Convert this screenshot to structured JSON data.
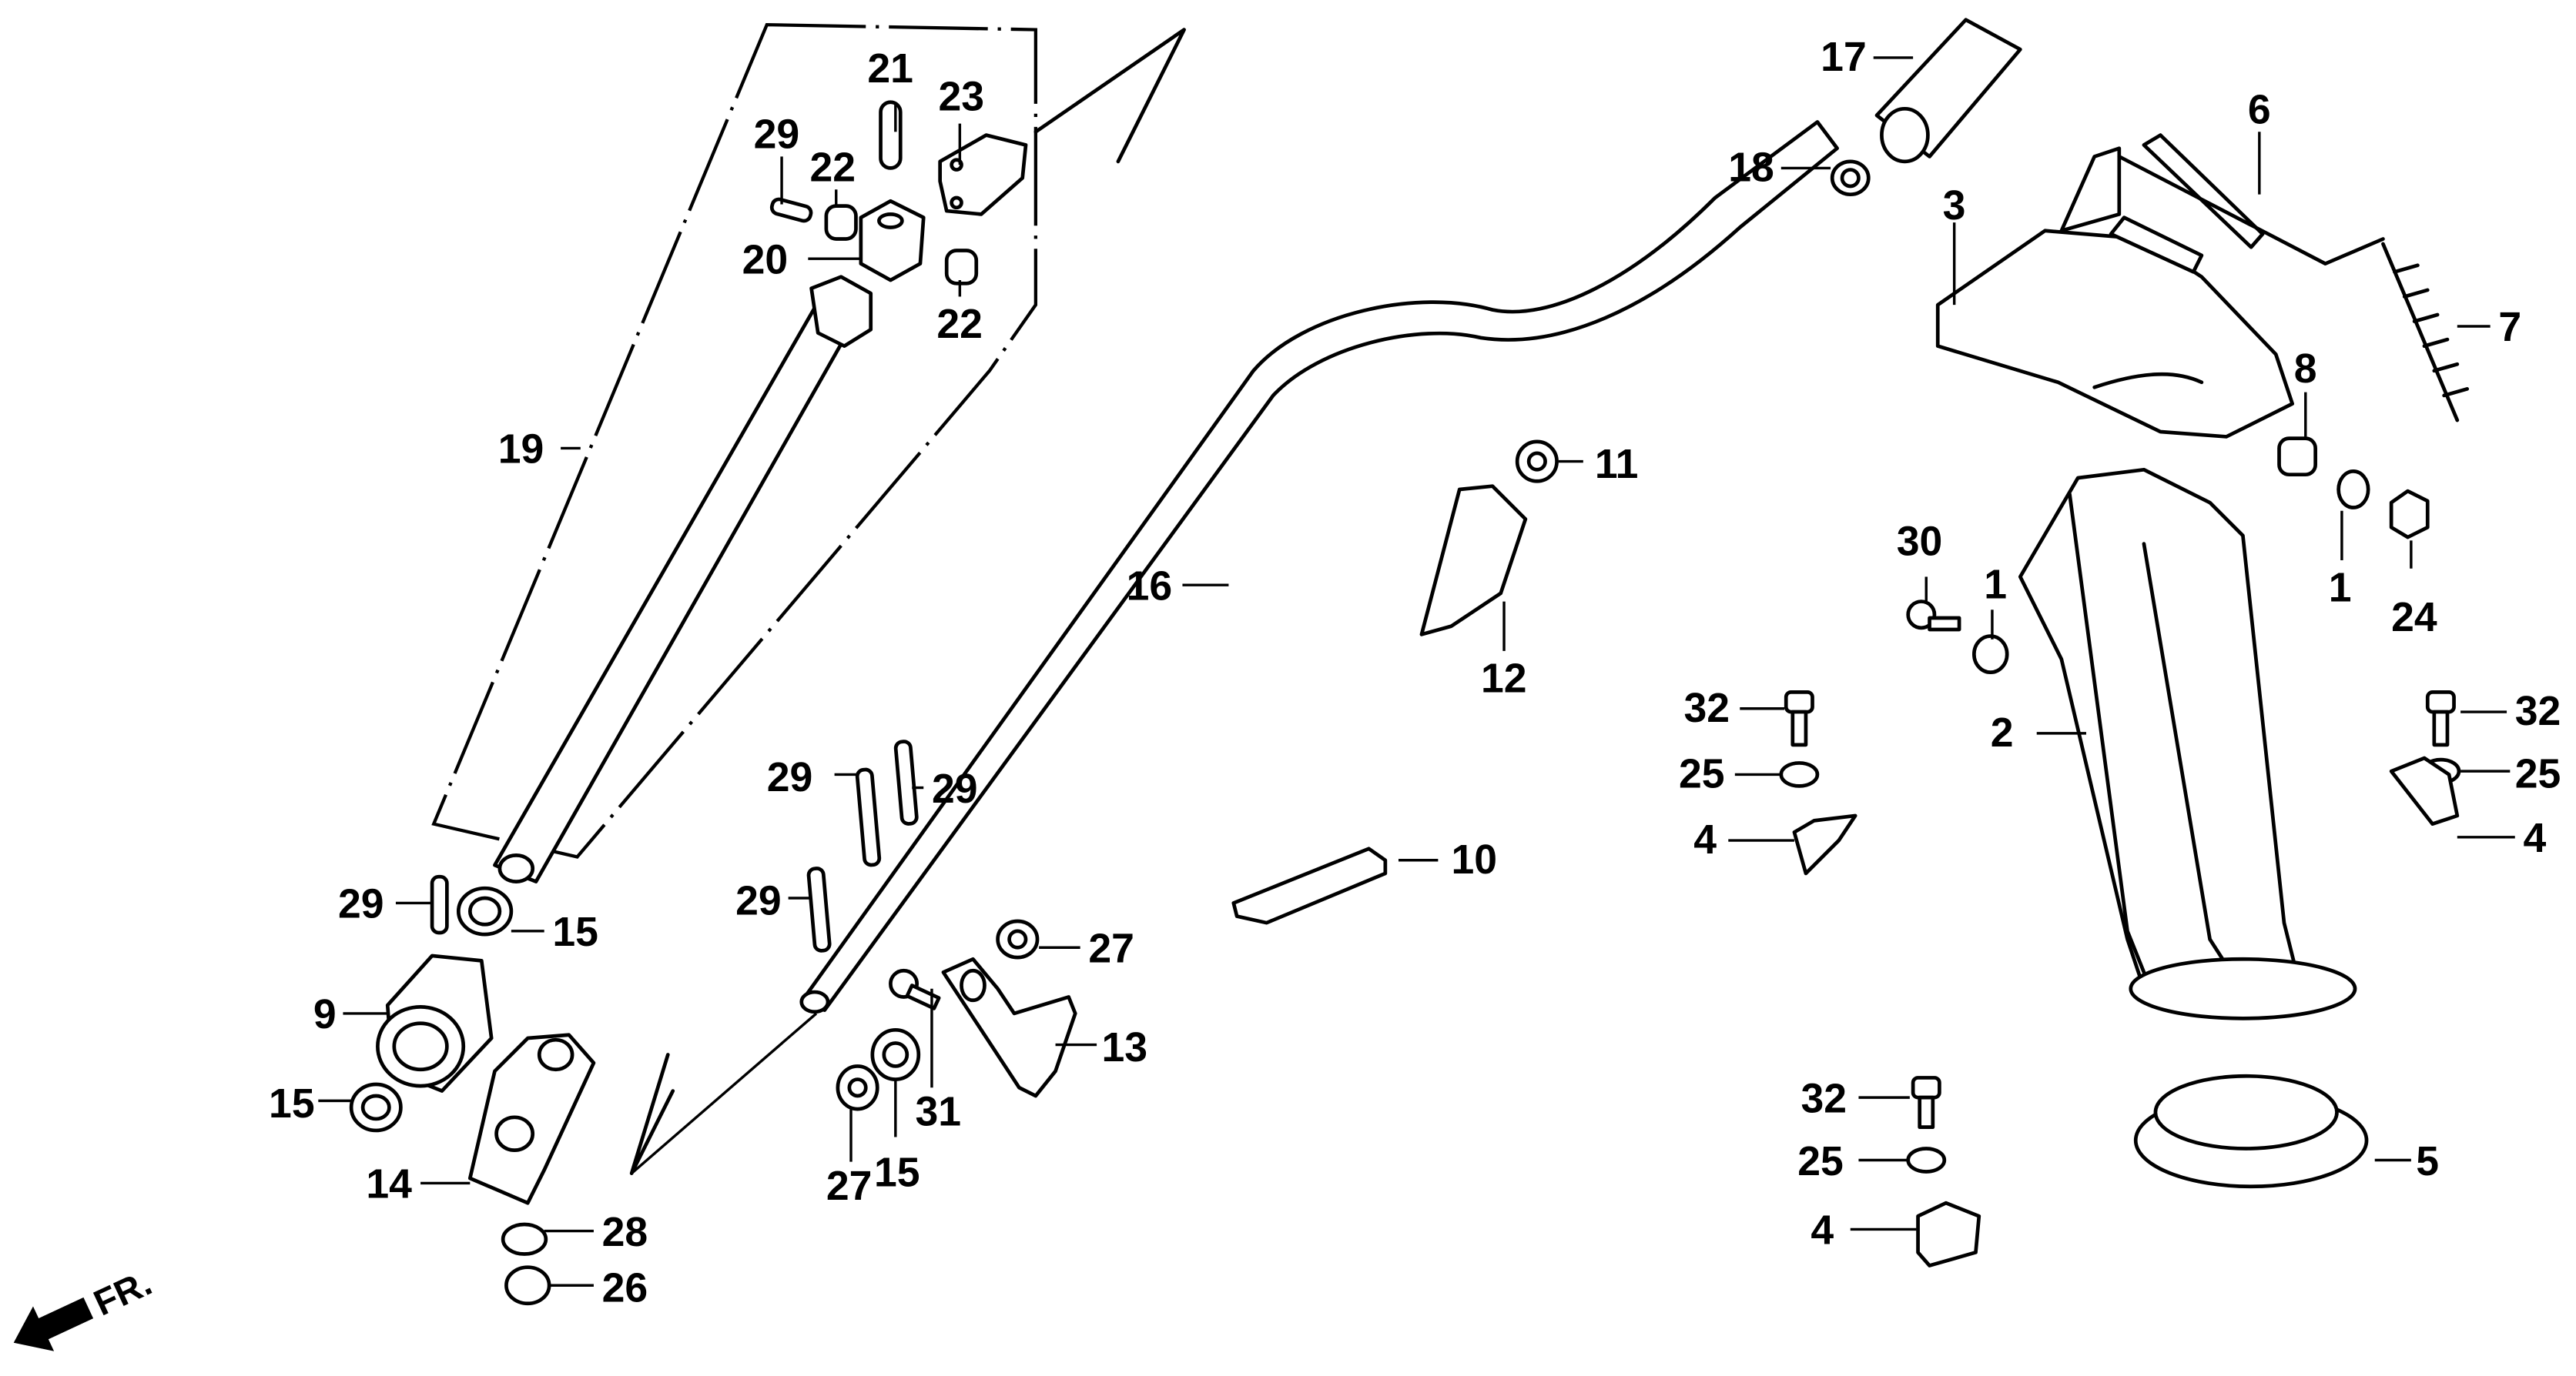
{
  "diagram": {
    "title": "Shooter / Chute Control Parts Diagram",
    "direction_marker": "FR.",
    "callouts": [
      {
        "id": "c1a",
        "text": "1"
      },
      {
        "id": "c1b",
        "text": "1"
      },
      {
        "id": "c2",
        "text": "2"
      },
      {
        "id": "c3",
        "text": "3"
      },
      {
        "id": "c4a",
        "text": "4"
      },
      {
        "id": "c4b",
        "text": "4"
      },
      {
        "id": "c4c",
        "text": "4"
      },
      {
        "id": "c5",
        "text": "5"
      },
      {
        "id": "c6",
        "text": "6"
      },
      {
        "id": "c7",
        "text": "7"
      },
      {
        "id": "c8",
        "text": "8"
      },
      {
        "id": "c9",
        "text": "9"
      },
      {
        "id": "c10",
        "text": "10"
      },
      {
        "id": "c11",
        "text": "11"
      },
      {
        "id": "c12",
        "text": "12"
      },
      {
        "id": "c13",
        "text": "13"
      },
      {
        "id": "c14",
        "text": "14"
      },
      {
        "id": "c15a",
        "text": "15"
      },
      {
        "id": "c15b",
        "text": "15"
      },
      {
        "id": "c15c",
        "text": "15"
      },
      {
        "id": "c16",
        "text": "16"
      },
      {
        "id": "c17",
        "text": "17"
      },
      {
        "id": "c18",
        "text": "18"
      },
      {
        "id": "c19",
        "text": "19"
      },
      {
        "id": "c20",
        "text": "20"
      },
      {
        "id": "c21",
        "text": "21"
      },
      {
        "id": "c22a",
        "text": "22"
      },
      {
        "id": "c22b",
        "text": "22"
      },
      {
        "id": "c23",
        "text": "23"
      },
      {
        "id": "c24",
        "text": "24"
      },
      {
        "id": "c25a",
        "text": "25"
      },
      {
        "id": "c25b",
        "text": "25"
      },
      {
        "id": "c25c",
        "text": "25"
      },
      {
        "id": "c26",
        "text": "26"
      },
      {
        "id": "c27a",
        "text": "27"
      },
      {
        "id": "c27b",
        "text": "27"
      },
      {
        "id": "c28",
        "text": "28"
      },
      {
        "id": "c29a",
        "text": "29"
      },
      {
        "id": "c29b",
        "text": "29"
      },
      {
        "id": "c29c",
        "text": "29"
      },
      {
        "id": "c29d",
        "text": "29"
      },
      {
        "id": "c29e",
        "text": "29"
      },
      {
        "id": "c30",
        "text": "30"
      },
      {
        "id": "c31",
        "text": "31"
      },
      {
        "id": "c32a",
        "text": "32"
      },
      {
        "id": "c32b",
        "text": "32"
      },
      {
        "id": "c32c",
        "text": "32"
      }
    ]
  }
}
